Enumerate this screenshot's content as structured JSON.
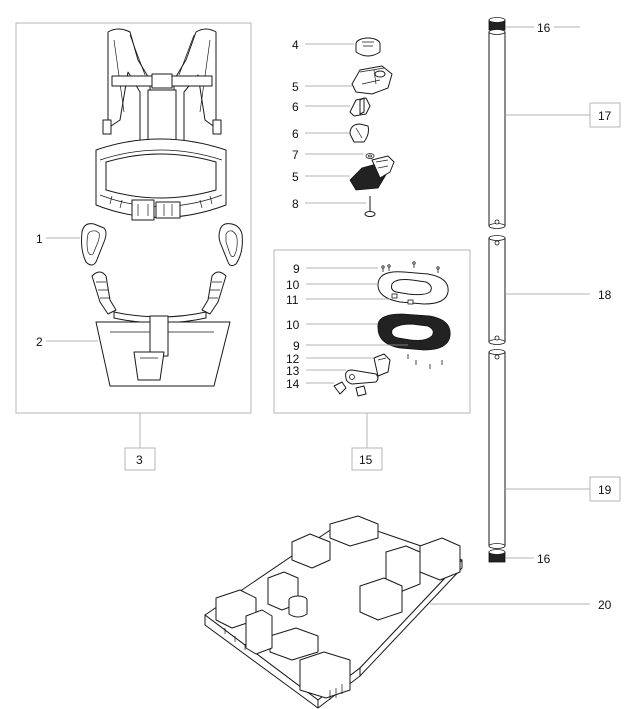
{
  "labels": {
    "callout_1": "1",
    "callout_2": "2",
    "callout_3": "3",
    "callout_4": "4",
    "callout_5a": "5",
    "callout_6a": "6",
    "callout_6b": "6",
    "callout_7": "7",
    "callout_5b": "5",
    "callout_8": "8",
    "callout_9a": "9",
    "callout_10a": "10",
    "callout_11": "11",
    "callout_10b": "10",
    "callout_9b": "9",
    "callout_12": "12",
    "callout_13": "13",
    "callout_14": "14",
    "callout_15": "15",
    "callout_16a": "16",
    "callout_17": "17",
    "callout_18": "18",
    "callout_19": "19",
    "callout_16b": "16",
    "callout_20": "20"
  },
  "colors": {
    "line": "#1a1a1a",
    "frame": "#b5b5b5",
    "leader": "#9a9a9a",
    "background": "#ffffff"
  }
}
